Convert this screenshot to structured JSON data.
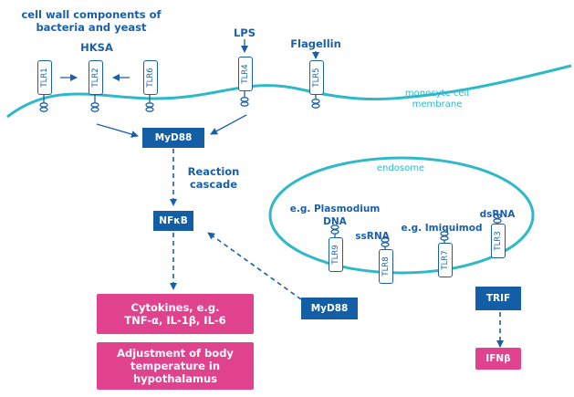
{
  "labels": {
    "cell_wall": [
      "cell wall components of",
      "bacteria and yeast"
    ],
    "hksa": "HKSA",
    "lps": "LPS",
    "flagellin": "Flagellin",
    "membrane": [
      "monocyte cell",
      "membrane"
    ],
    "reaction": [
      "Reaction",
      "cascade"
    ],
    "endosome": "endosome",
    "plasmodium": [
      "e.g. Plasmodium",
      "DNA"
    ],
    "ssrna": "ssRNA",
    "imiquimod": "e.g. Imiquimod",
    "dsrna": "dsRNA"
  },
  "receptors": {
    "tlr1": "TLR1",
    "tlr2": "TLR2",
    "tlr6": "TLR6",
    "tlr4": "TLR4",
    "tlr5": "TLR5",
    "tlr9": "TLR9",
    "tlr8": "TLR8",
    "tlr7": "TLR7",
    "tlr3": "TLR3"
  },
  "boxes": {
    "myd88_top": "MyD88",
    "nfkb": "NFκB",
    "myd88_bottom": "MyD88",
    "trif": "TRIF",
    "ifnb": "IFNβ",
    "cytokines": [
      "Cytokines, e.g.",
      "TNF-α, IL-1β, IL-6"
    ],
    "adjustment": [
      "Adjustment of body",
      "temperature in",
      "hypothalamus"
    ]
  },
  "colors": {
    "navy": "#135ea5",
    "text_blue": "#1a5fa8",
    "teal": "#2fb9c8",
    "pink": "#e0428e"
  }
}
